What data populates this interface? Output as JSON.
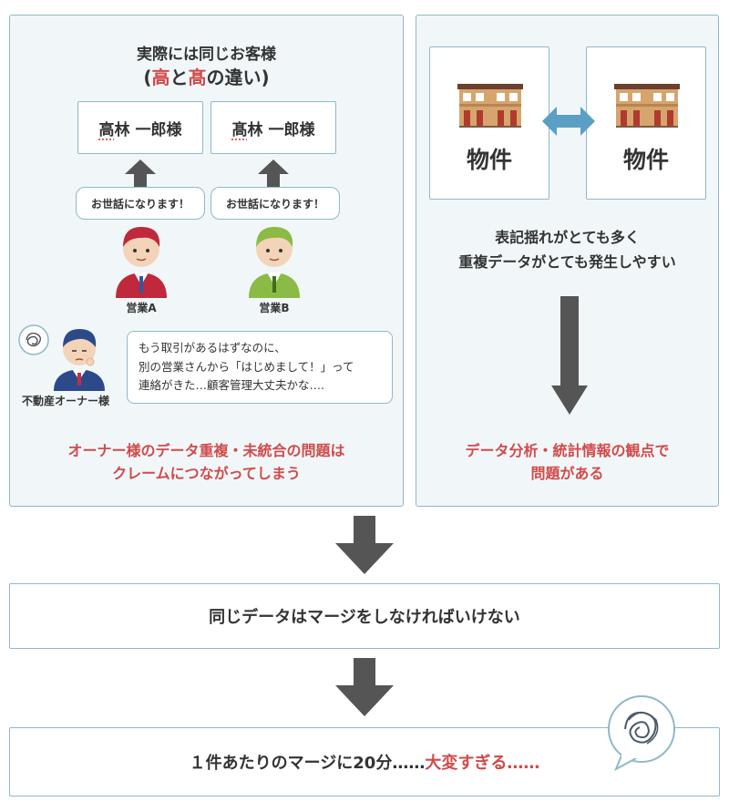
{
  "left_panel": {
    "heading_line1": "実際には同じお客様",
    "heading_line2_open": "(",
    "heading_line2_kanji1": "高",
    "heading_line2_mid": "と",
    "heading_line2_kanji2": "髙",
    "heading_line2_close": "の違い)",
    "name_a_first": "高",
    "name_a_rest": "林 一郎様",
    "name_b_first": "髙",
    "name_b_rest": "林 一郎様",
    "bubble_a": "お世話になります！",
    "bubble_b": "お世話になります！",
    "person_a_label": "営業A",
    "person_b_label": "営業B",
    "owner_label": "不動産オーナー様",
    "owner_line1": "もう取引があるはずなのに、",
    "owner_line2": "別の営業さんから「はじめまして！」って",
    "owner_line3": "連絡がきた…顧客管理大丈夫かな….",
    "problem_line1": "オーナー様のデータ重複・未統合の問題は",
    "problem_line2": "クレームにつながってしまう"
  },
  "right_panel": {
    "prop_a_label": "物件",
    "prop_b_label": "物件",
    "desc_line1": "表記揺れがとても多く",
    "desc_line2": "重複データがとても発生しやすい",
    "problem_line1": "データ分析・統計情報の観点で",
    "problem_line2": "問題がある"
  },
  "box_merge": "同じデータはマージをしなければいけない",
  "box_final_plain": "１件あたりのマージに20分……",
  "box_final_red": "大変すぎる……",
  "colors": {
    "accent_red": "#d24a4a",
    "border_blue": "#8fb8c8",
    "panel_bg": "#f1f7f9",
    "arrow_gray": "#555555",
    "double_arrow": "#5b9fc6"
  }
}
